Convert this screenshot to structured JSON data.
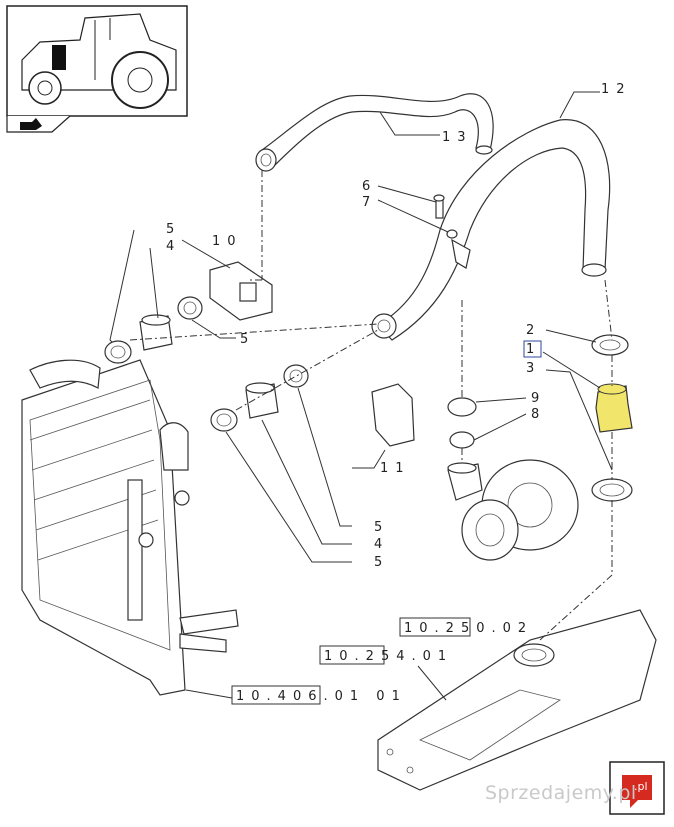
{
  "callouts": {
    "c13": "13",
    "c12": "12",
    "c6": "6",
    "c7": "7",
    "c10": "10",
    "c5a": "5",
    "c4a": "4",
    "c5b": "5",
    "c2": "2",
    "c1": "1",
    "c3": "3",
    "c9": "9",
    "c8": "8",
    "c11": "11",
    "c5c": "5",
    "c4b": "4",
    "c5d": "5"
  },
  "references": {
    "ref1": "10.250.02",
    "ref2": "10.254.01",
    "ref3": "10.406.01 01"
  },
  "watermark": "Sprzedajemy.pl",
  "logo_text": ".pl",
  "colors": {
    "highlight": "#f2e56b",
    "logo_red": "#d42a20"
  }
}
